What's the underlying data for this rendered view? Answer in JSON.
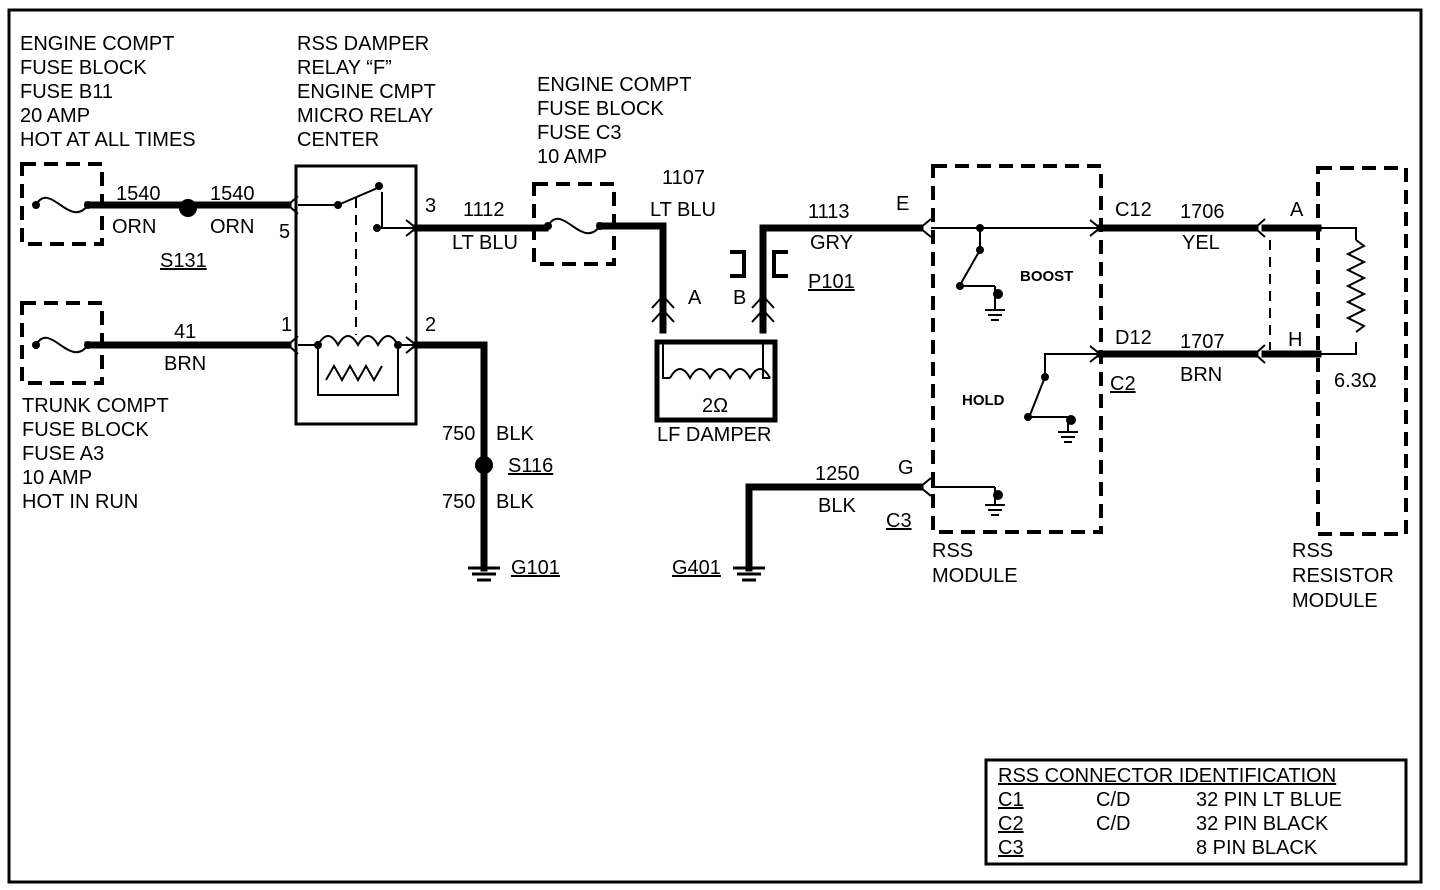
{
  "labels": {
    "fuse_b11_title": [
      "ENGINE COMPT",
      "FUSE BLOCK",
      "FUSE B11",
      "20 AMP",
      "HOT AT ALL TIMES"
    ],
    "relay_title": [
      "RSS  DAMPER",
      "RELAY “F”",
      "ENGINE  CMPT",
      "MICRO RELAY",
      "CENTER"
    ],
    "fuse_c3_title": [
      "ENGINE COMPT",
      "FUSE BLOCK",
      "FUSE C3",
      "10 AMP"
    ],
    "fuse_a3_title": [
      "TRUNK COMPT",
      "FUSE BLOCK",
      "FUSE A3",
      "10 AMP",
      "HOT IN RUN"
    ],
    "lf_damper": "LF DAMPER",
    "lf_damper_ohms": "2Ω",
    "rss_module": [
      "RSS",
      "MODULE"
    ],
    "rss_resistor_module": [
      "RSS",
      "RESISTOR",
      "MODULE"
    ],
    "resistor_ohms": "6.3Ω",
    "boost": "BOOST",
    "hold": "HOLD"
  },
  "wires": {
    "w1540a_num": "1540",
    "w1540a_color": "ORN",
    "w1540b_num": "1540",
    "w1540b_color": "ORN",
    "w41_num": "41",
    "w41_color": "BRN",
    "w1112_num": "1112",
    "w1112_color": "LT BLU",
    "w1107_num": "1107",
    "w1107_color": "LT BLU",
    "w1113_num": "1113",
    "w1113_color": "GRY",
    "w750a_num": "750",
    "w750a_color": "BLK",
    "w750b_num": "750",
    "w750b_color": "BLK",
    "w1250_num": "1250",
    "w1250_color": "BLK",
    "w1706_num": "1706",
    "w1706_color": "YEL",
    "w1707_num": "1707",
    "w1707_color": "BRN"
  },
  "splices": {
    "s131": "S131",
    "s116": "S116",
    "p101": "P101"
  },
  "grounds": {
    "g101": "G101",
    "g401": "G401"
  },
  "pins": {
    "relay_5": "5",
    "relay_3": "3",
    "relay_1": "1",
    "relay_2": "2",
    "damper_a": "A",
    "damper_b": "B",
    "rss_e": "E",
    "rss_g": "G",
    "rss_c3": "C3",
    "rss_c12": "C12",
    "rss_d12": "D12",
    "rss_c2": "C2",
    "res_a": "A",
    "res_h": "H"
  },
  "connector_table": {
    "title": "RSS CONNECTOR IDENTIFICATION",
    "rows": [
      {
        "id": "C1",
        "type": "C/D",
        "desc": "32 PIN LT BLUE"
      },
      {
        "id": "C2",
        "type": "C/D",
        "desc": "32 PIN BLACK"
      },
      {
        "id": "C3",
        "type": "",
        "desc": "8 PIN BLACK"
      }
    ]
  }
}
